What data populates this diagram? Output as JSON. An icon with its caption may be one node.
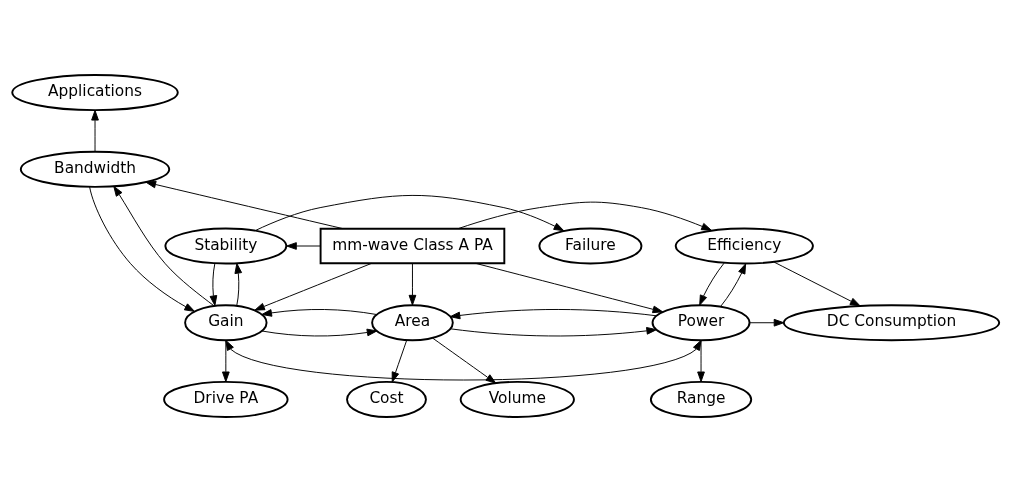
{
  "diagram": {
    "nodes": [
      {
        "text": [
          "Applications"
        ]
      },
      {
        "text": [
          "Bandwidth"
        ]
      },
      {
        "text": [
          "Failure"
        ]
      },
      {
        "text": [
          "Stability"
        ]
      },
      {
        "text": [
          "mm-wave Class A PA"
        ]
      },
      {
        "text": [
          "Efficiency"
        ]
      },
      {
        "text": [
          "DC Consumption"
        ]
      },
      {
        "text": [
          "Gain"
        ]
      },
      {
        "text": [
          "Area"
        ]
      },
      {
        "text": [
          "Power"
        ]
      },
      {
        "text": [
          "Drive PA"
        ]
      },
      {
        "text": [
          "Cost"
        ]
      },
      {
        "text": [
          "Volume"
        ]
      },
      {
        "text": [
          "Range"
        ]
      }
    ],
    "edges": [
      {
        "from": 1,
        "to": 0,
        "arrow": "to"
      },
      {
        "from": 4,
        "to": 1,
        "arrow": "to"
      },
      {
        "from": 4,
        "to": 3,
        "arrow": "to"
      },
      {
        "from": 3,
        "to": 2,
        "arrow": "to"
      },
      {
        "from": 4,
        "to": 5,
        "arrow": "to"
      },
      {
        "from": 5,
        "to": 6,
        "arrow": "to"
      },
      {
        "from": 4,
        "to": 7,
        "arrow": "to"
      },
      {
        "from": 4,
        "to": 8,
        "arrow": "to"
      },
      {
        "from": 4,
        "to": 9,
        "arrow": "to"
      },
      {
        "from": 9,
        "to": 6,
        "arrow": "to"
      },
      {
        "from": 1,
        "to": 7,
        "arrow": "to"
      },
      {
        "from": 7,
        "to": 1,
        "arrow": "to"
      },
      {
        "from": 3,
        "to": 7,
        "arrow": "to"
      },
      {
        "from": 7,
        "to": 3,
        "arrow": "to"
      },
      {
        "from": 5,
        "to": 9,
        "arrow": "to"
      },
      {
        "from": 9,
        "to": 5,
        "arrow": "to"
      },
      {
        "from": 7,
        "to": 8,
        "arrow": "to"
      },
      {
        "from": 8,
        "to": 7,
        "arrow": "to"
      },
      {
        "from": 8,
        "to": 9,
        "arrow": "to"
      },
      {
        "from": 9,
        "to": 8,
        "arrow": "to"
      },
      {
        "from": 7,
        "to": 9,
        "arrow": "both"
      },
      {
        "from": 7,
        "to": 10,
        "arrow": "to"
      },
      {
        "from": 8,
        "to": 11,
        "arrow": "to"
      },
      {
        "from": 8,
        "to": 12,
        "arrow": "to"
      },
      {
        "from": 9,
        "to": 13,
        "arrow": "to"
      }
    ]
  }
}
